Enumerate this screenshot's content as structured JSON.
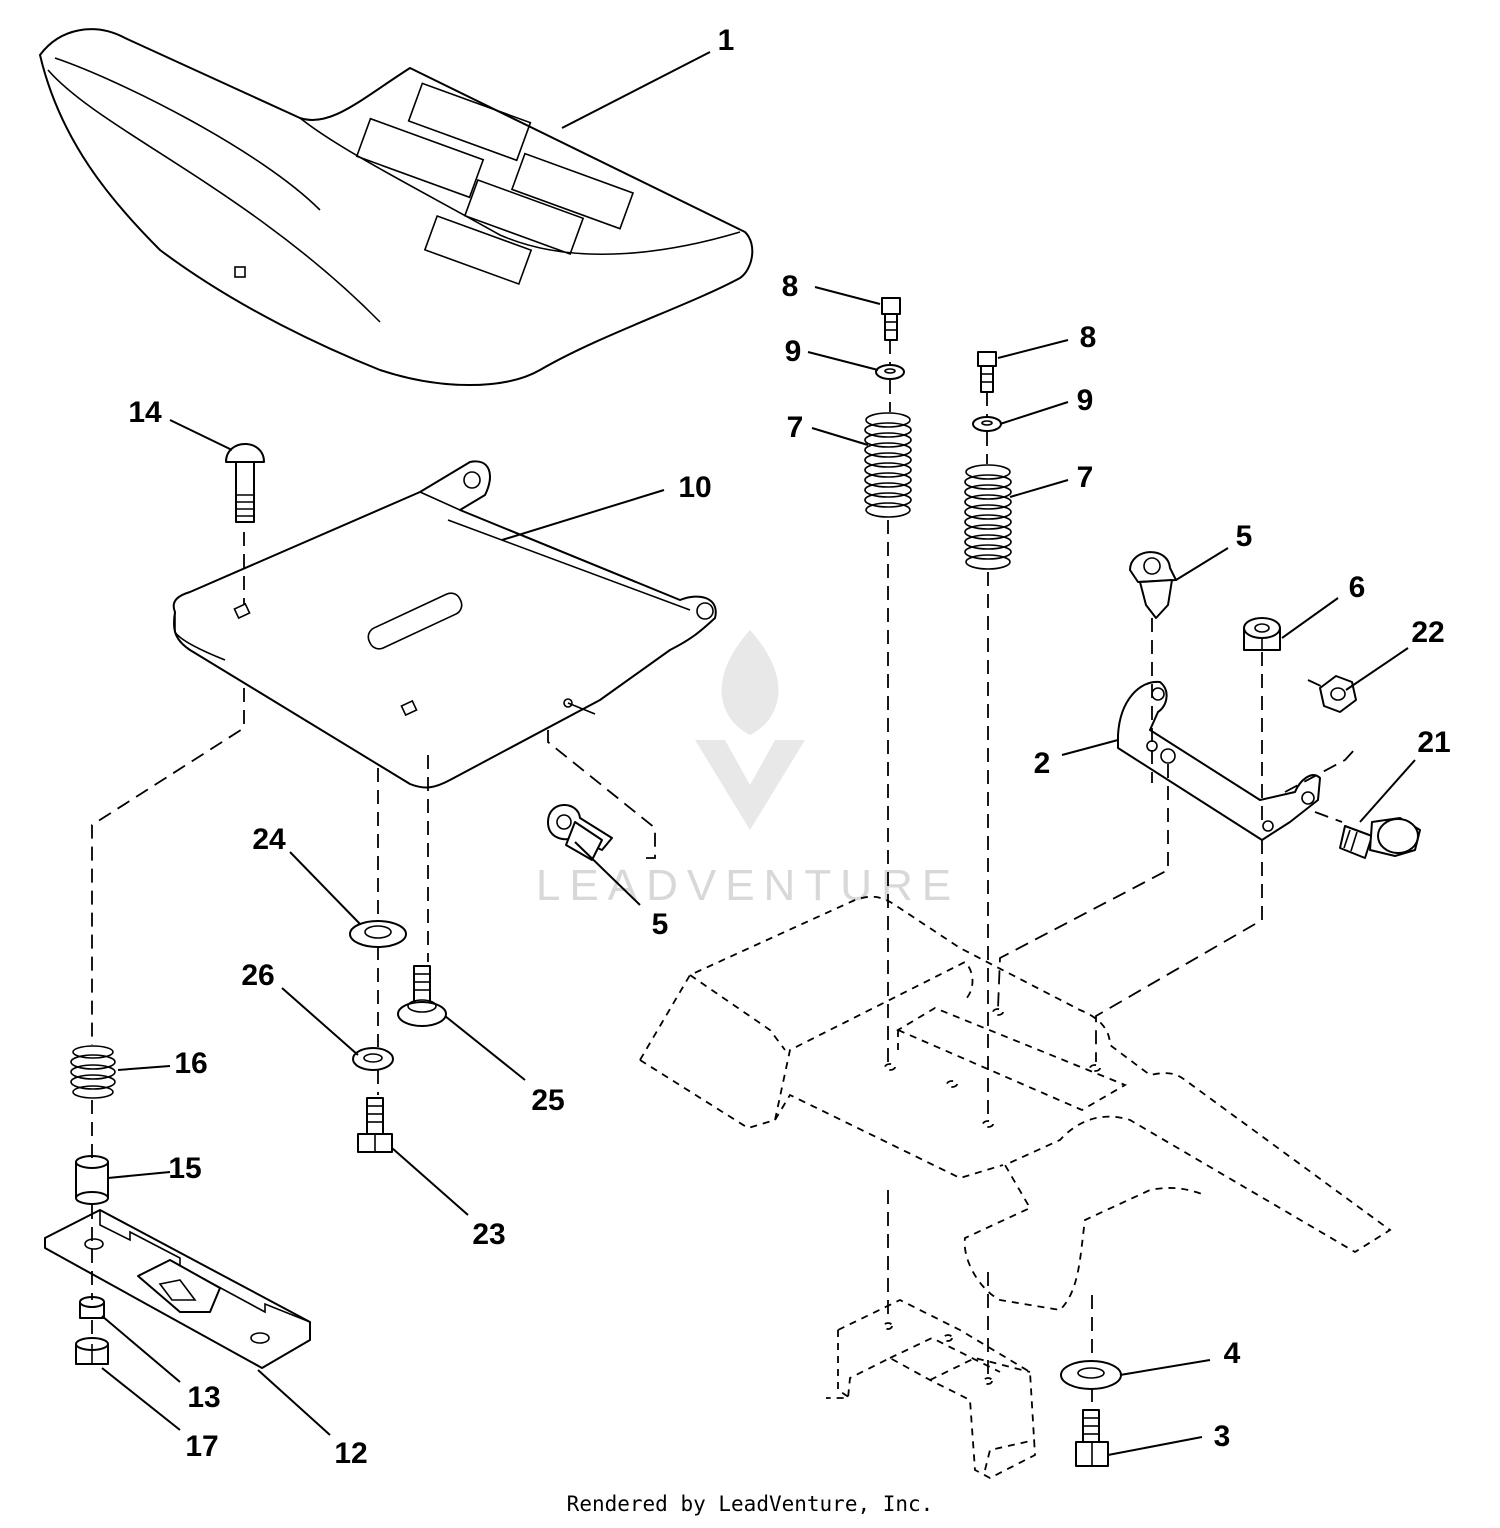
{
  "diagram": {
    "footer_text": "Rendered by LeadVenture, Inc.",
    "watermark_text": "LEADVENTURE",
    "callouts": [
      "1",
      "8",
      "9",
      "8",
      "9",
      "7",
      "7",
      "14",
      "10",
      "5",
      "6",
      "22",
      "2",
      "21",
      "5",
      "24",
      "26",
      "16",
      "25",
      "15",
      "23",
      "4",
      "3",
      "13",
      "17",
      "12"
    ]
  }
}
